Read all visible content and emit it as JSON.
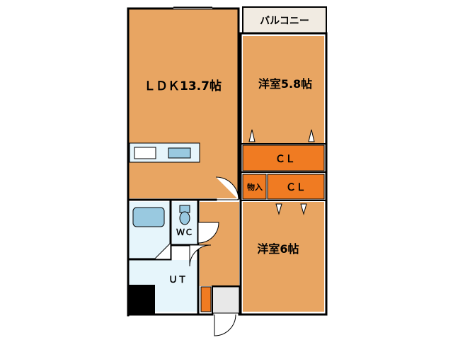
{
  "rooms": {
    "ldk": {
      "label": "ＬＤＫ13.7帖"
    },
    "western_a": {
      "label": "洋室5.8帖"
    },
    "western_b": {
      "label": "洋室6帖"
    },
    "closet_a": {
      "label": "ＣＬ"
    },
    "closet_b": {
      "label": "ＣＬ"
    },
    "storage": {
      "label": "物入"
    },
    "toilet": {
      "label": "ＷＣ"
    },
    "utility": {
      "label": "ＵＴ"
    },
    "balcony": {
      "label": "バルコニー"
    }
  },
  "colors": {
    "room_fill": "#e8a562",
    "closet_fill": "#f07b22",
    "wet_area_fill": "#e6f5fb",
    "balcony_fill": "#f1ebe2",
    "wall": "#000000",
    "fixture": "#99c9e0"
  }
}
